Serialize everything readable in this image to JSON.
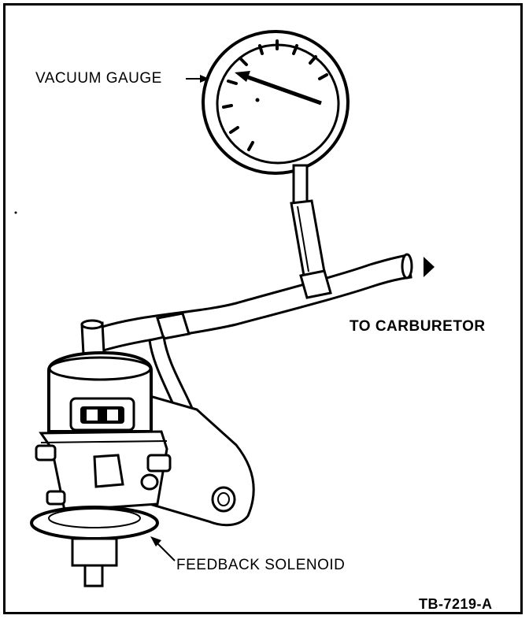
{
  "labels": {
    "vacuum_gauge": "VACUUM GAUGE",
    "to_carburetor": "TO CARBURETOR",
    "feedback_solenoid": "FEEDBACK SOLENOID",
    "figure_id": "TB-7219-A"
  },
  "gauge": {
    "needle_icon": "needle-icon"
  }
}
